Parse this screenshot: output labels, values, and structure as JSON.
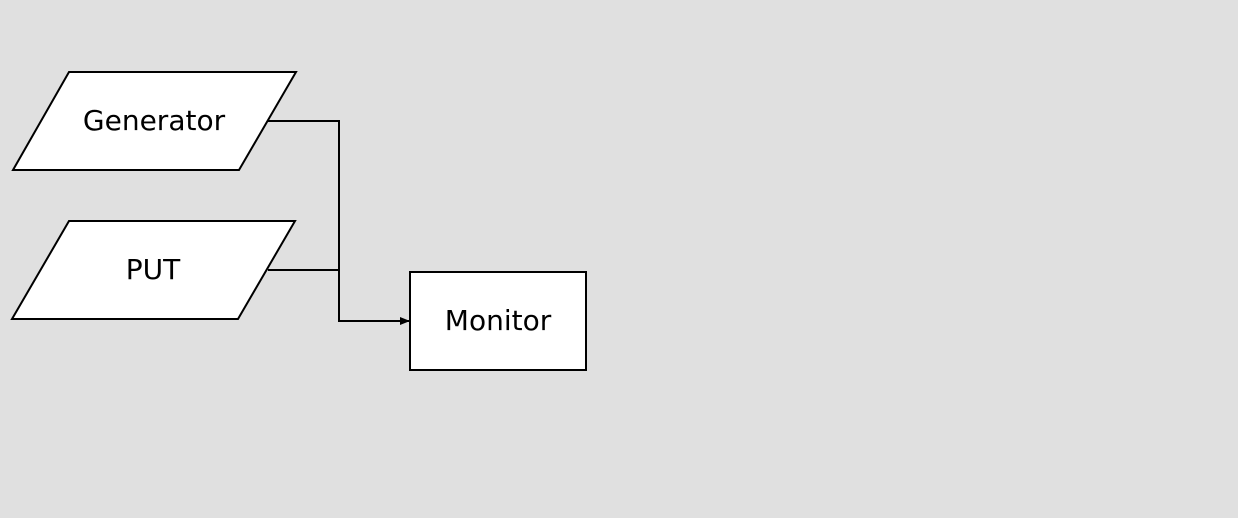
{
  "nodes": {
    "generator": {
      "label": "Generator",
      "shape": "parallelogram"
    },
    "put": {
      "label": "PUT",
      "shape": "parallelogram"
    },
    "monitor": {
      "label": "Monitor",
      "shape": "rectangle"
    }
  },
  "edges": [
    {
      "from": "generator",
      "to": "monitor"
    },
    {
      "from": "put",
      "to": "monitor"
    }
  ],
  "colors": {
    "background": "#e0e0e0",
    "node_fill": "#ffffff",
    "stroke": "#000000"
  }
}
